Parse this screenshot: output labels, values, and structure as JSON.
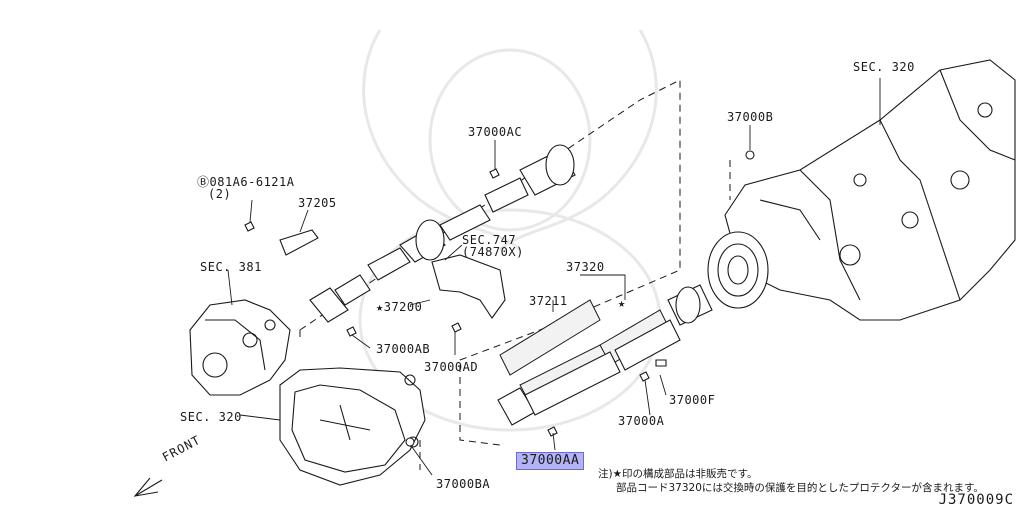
{
  "labels": {
    "sec320_top": "SEC. 320",
    "p37000B": "37000B",
    "p37000AC": "37000AC",
    "bolt_code": "Ⓑ081A6-6121A",
    "bolt_qty": "(2)",
    "p37205": "37205",
    "sec747": "SEC.747",
    "sec747_sub": "(74870X)",
    "p37320": "37320",
    "sec381": "SEC. 381",
    "p37211": "37211",
    "p37200": "★37200",
    "p37000AB": "37000AB",
    "p37000AD": "37000AD",
    "p37000F": "37000F",
    "p37000A": "37000A",
    "sec320_bottom": "SEC. 320",
    "p37000AA": "37000AA",
    "p37000BA": "37000BA",
    "star_mark": "★"
  },
  "front_label": "FRONT",
  "note_line1": "注)★印の構成部品は非販売です。",
  "note_line2": "部品コード37320には交換時の保護を目的としたプロテクターが含まれます。",
  "figure_code": "J370009C",
  "highlight_color": "#b3b3f5"
}
